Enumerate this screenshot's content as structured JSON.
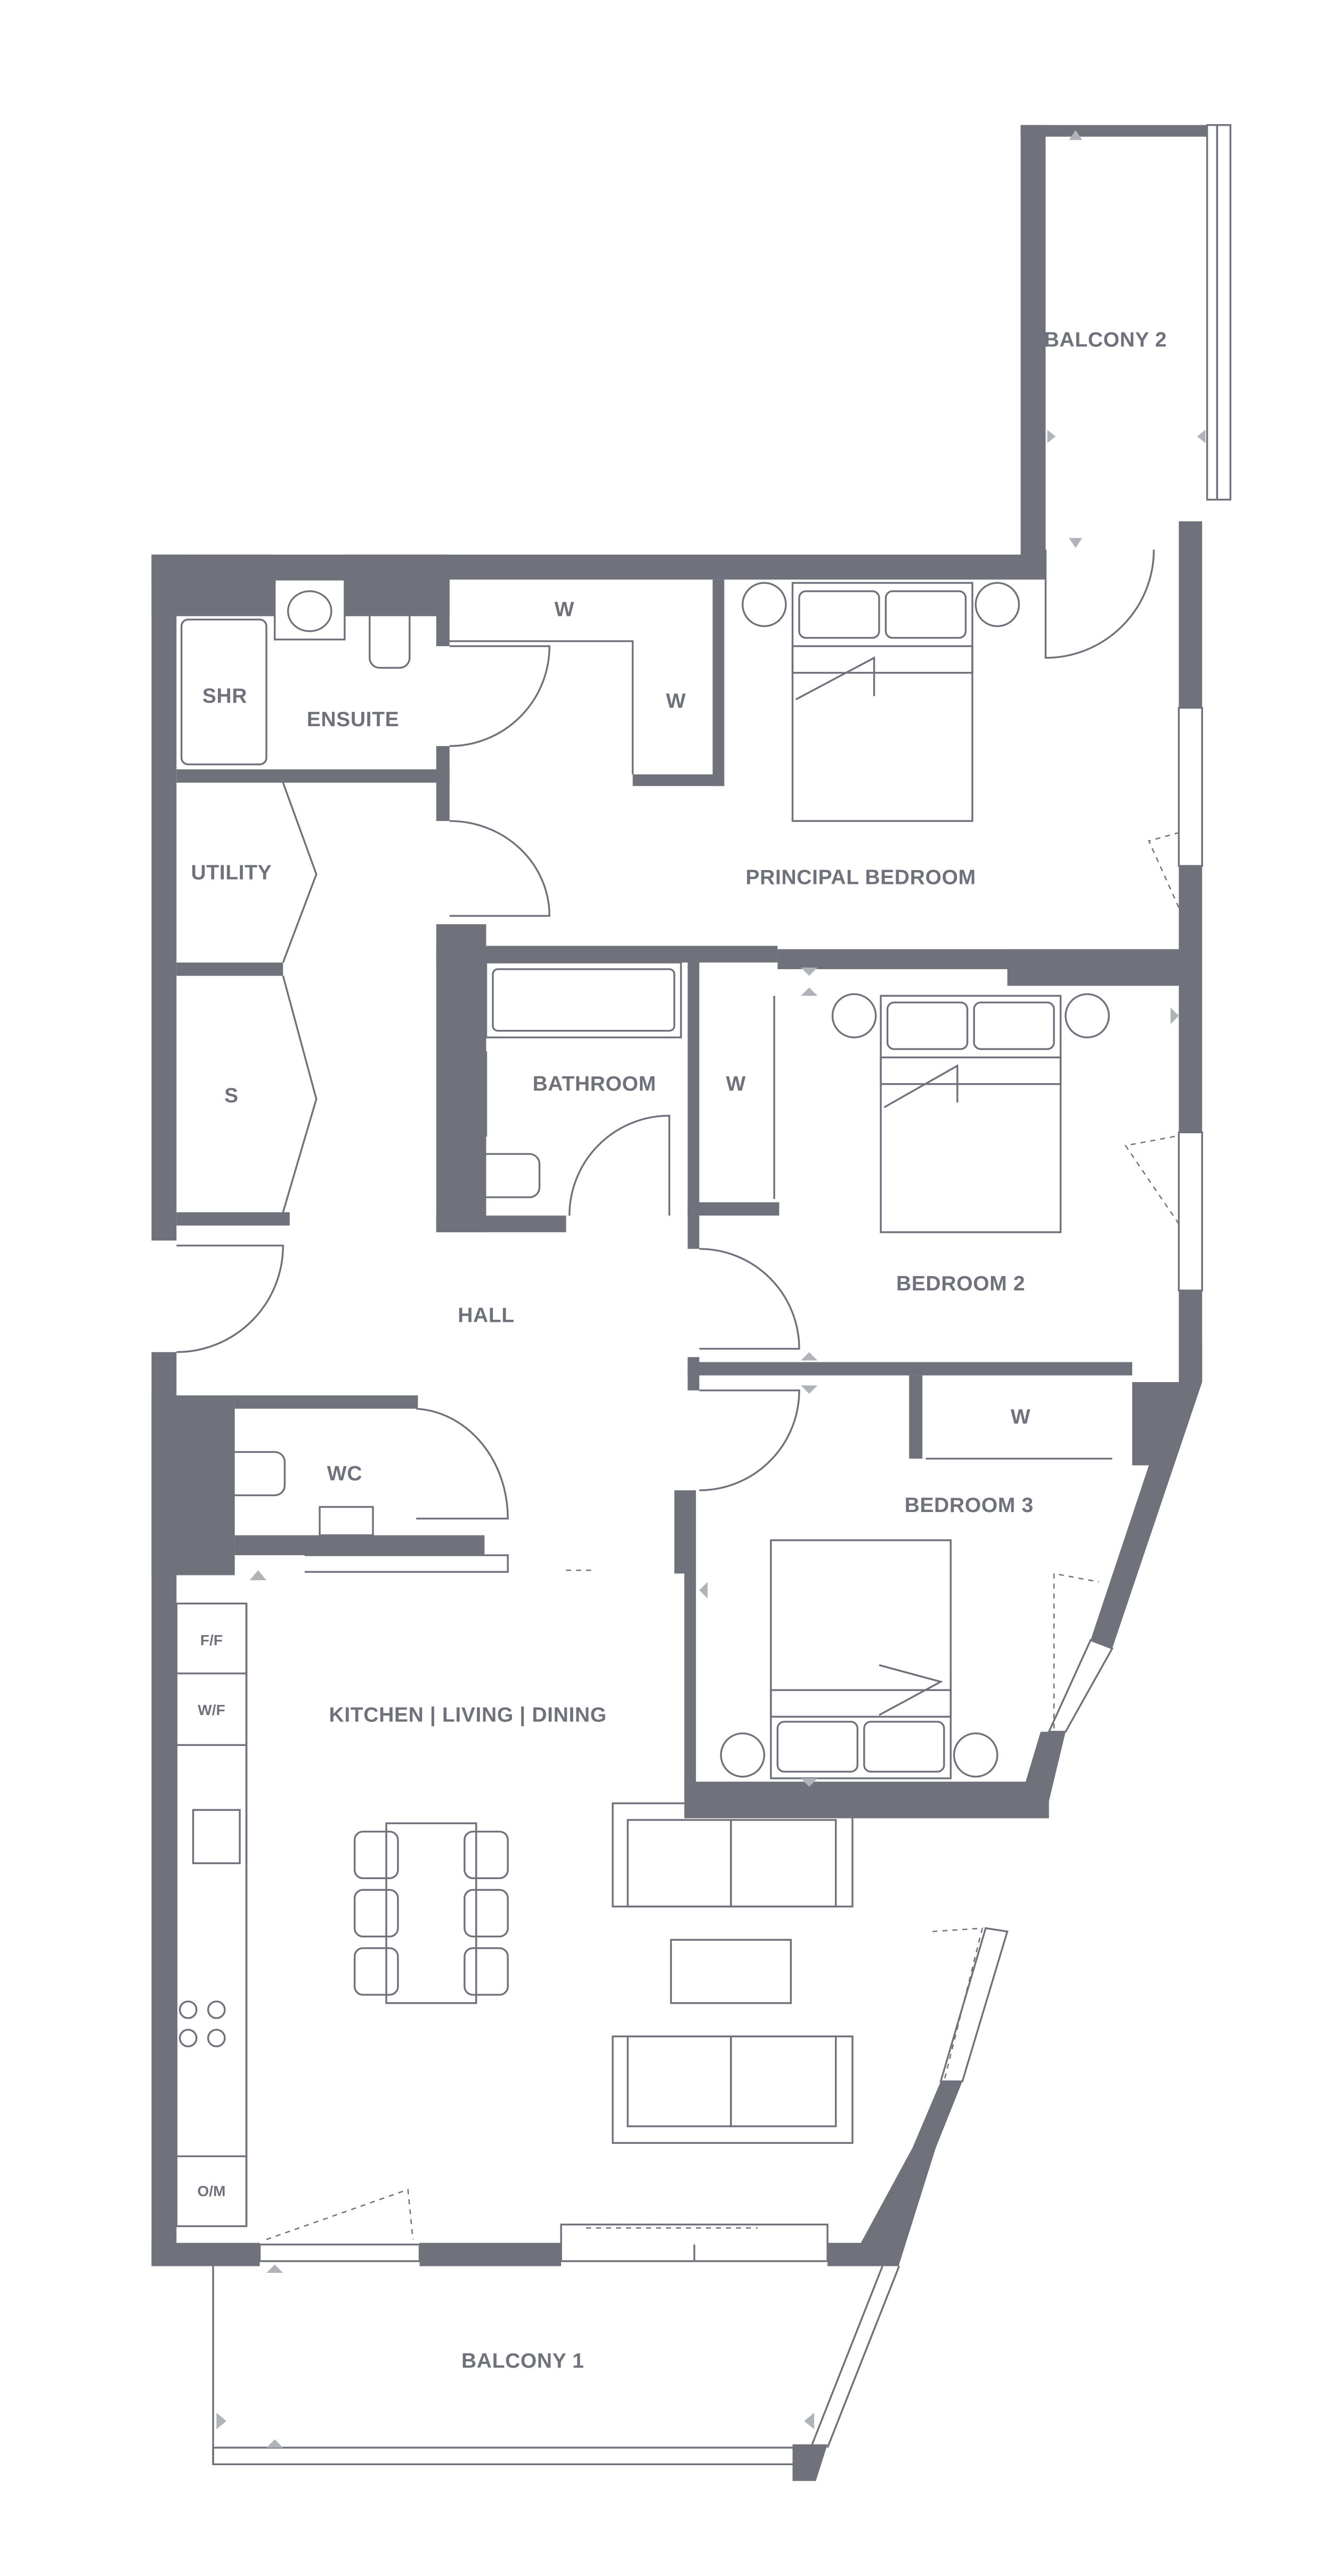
{
  "colors": {
    "wall": "#6f727a",
    "background": "#ffffff",
    "marker": "#b0b3b8"
  },
  "rooms": {
    "balcony_2": "BALCONY 2",
    "shr": "SHR",
    "ensuite": "ENSUITE",
    "w_top": "W",
    "w_closet": "W",
    "principal_bedroom": "PRINCIPAL BEDROOM",
    "utility": "UTILITY",
    "s": "S",
    "bathroom": "BATHROOM",
    "w_bath": "W",
    "bedroom_2": "BEDROOM 2",
    "hall": "HALL",
    "w_bed3": "W",
    "bedroom_3": "BEDROOM 3",
    "wc": "WC",
    "ff": "F/F",
    "wf": "W/F",
    "kitchen_living_dining": "KITCHEN | LIVING | DINING",
    "om": "O/M",
    "balcony_1": "BALCONY 1"
  }
}
